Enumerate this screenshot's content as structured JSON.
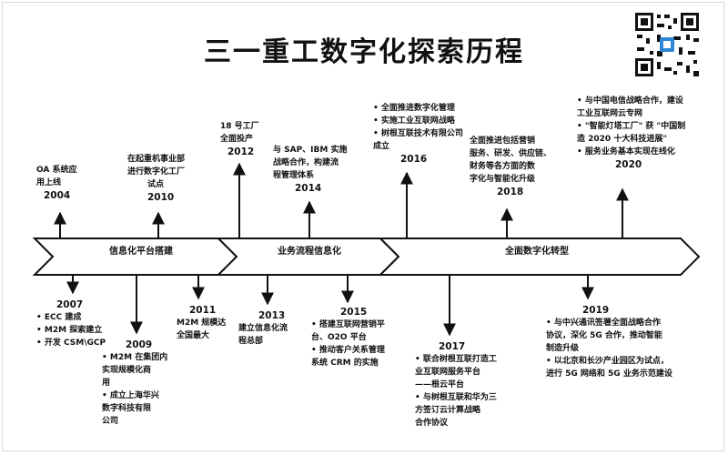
{
  "title": "三一重工数字化探索历程",
  "phases": [
    {
      "label": "信息化平台搭建"
    },
    {
      "label": "业务流程信息化"
    },
    {
      "label": "全面数字化转型"
    }
  ],
  "events_above": [
    {
      "year": "2004",
      "lines": [
        "OA 系统应",
        "用上线"
      ]
    },
    {
      "year": "2010",
      "lines": [
        "在起重机事业部",
        "进行数字化工厂",
        "试点"
      ]
    },
    {
      "year": "2012",
      "lines": [
        "18 号工厂",
        "全面投产"
      ]
    },
    {
      "year": "2014",
      "lines": [
        "与 SAP、IBM 实施",
        "战略合作，构建流",
        "程管理体系"
      ]
    },
    {
      "year": "2016",
      "lines": [
        "• 全面推进数字化管理",
        "• 实施工业互联网战略",
        "• 树根互联技术有限公司",
        "  成立"
      ]
    },
    {
      "year": "2018",
      "lines": [
        "全面推进包括营销",
        "服务、研发、供应链、",
        "财务等各方面的数",
        "字化与智能化升级"
      ]
    },
    {
      "year": "2020",
      "lines": [
        "• 与中国电信战略合作，建设",
        "  工业互联网云专网",
        "• \"智能灯塔工厂\" 获 \"中国制",
        "  造 2020 十大科技进展\"",
        "• 服务业务基本实现在线化"
      ]
    }
  ],
  "events_below": [
    {
      "year": "2007",
      "lines": [
        "• ECC 建成",
        "• M2M 探索建立",
        "• 开发 CSM\\GCP"
      ]
    },
    {
      "year": "2009",
      "lines": [
        "• M2M 在集团内",
        "  实现规模化商",
        "  用",
        "• 成立上海华兴",
        "  数字科技有限",
        "  公司"
      ]
    },
    {
      "year": "2011",
      "lines": [
        "M2M 规模达",
        "全国最大"
      ]
    },
    {
      "year": "2013",
      "lines": [
        "建立信息化流",
        "程总部"
      ]
    },
    {
      "year": "2015",
      "lines": [
        "• 搭建互联网营销平",
        "  台、O2O 平台",
        "• 推动客户关系管理",
        "  系统 CRM 的实施"
      ]
    },
    {
      "year": "2017",
      "lines": [
        "• 联合树根互联打造工",
        "  业互联网服务平台",
        "  ——根云平台",
        "• 与树根互联和华为三",
        "  方签订云计算战略",
        "  合作协议"
      ]
    },
    {
      "year": "2019",
      "lines": [
        "• 与中兴通讯签署全面战略合作",
        "  协议，深化 5G 合作，推动智能",
        "  制造升级",
        "• 以北京和长沙产业园区为试点，",
        "  进行 5G 网络和 5G 业务示范建设"
      ]
    }
  ],
  "colors": {
    "arrow_fill": "#ffffff",
    "stroke": "#111111",
    "text": "#111111"
  }
}
